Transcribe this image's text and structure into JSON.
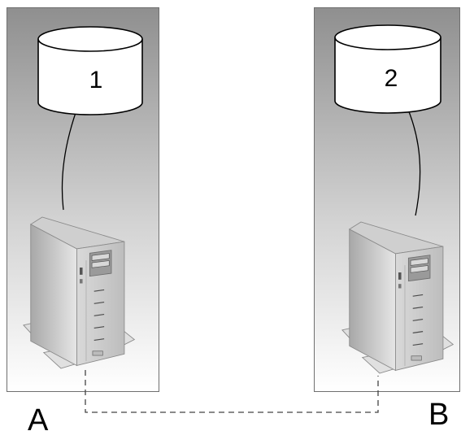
{
  "diagram": {
    "sites": [
      {
        "site_label": "A",
        "disk_label": "1"
      },
      {
        "site_label": "B",
        "disk_label": "2"
      }
    ],
    "connection": {
      "style": "dashed",
      "color": "#444444"
    },
    "colors": {
      "panel_top": "#8f8f8f",
      "panel_bottom": "#ffffff",
      "panel_border": "#6f6f6f",
      "disk_fill": "#ffffff",
      "cable": "#000000"
    },
    "icons": [
      "disk-icon",
      "tower-server-icon"
    ]
  }
}
